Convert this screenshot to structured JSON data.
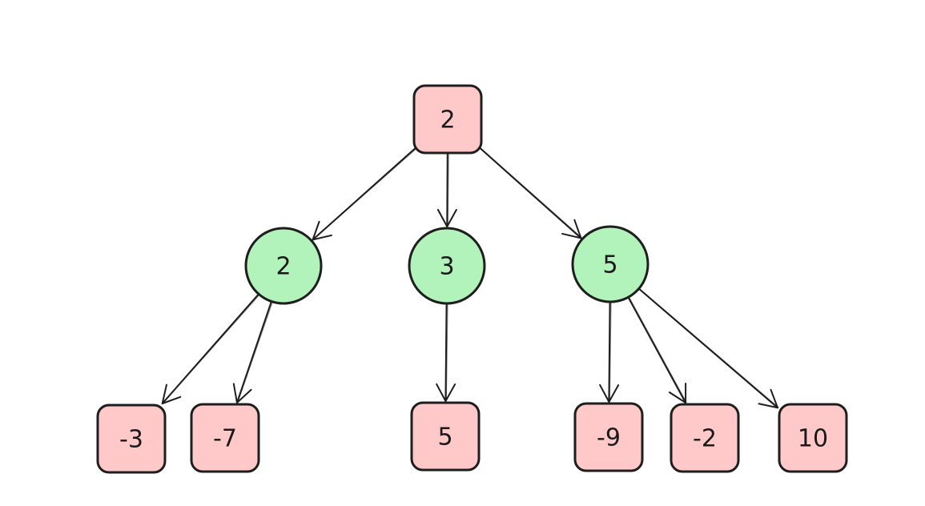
{
  "colors": {
    "min_node_fill": "#ffc9c9",
    "max_node_fill": "#b2f2bb",
    "stroke": "#1e1e1e",
    "background": "#ffffff"
  },
  "tree": {
    "root": {
      "id": "root",
      "label": "2",
      "shape": "rounded-square",
      "role": "min"
    },
    "level1": [
      {
        "id": "a",
        "label": "2",
        "shape": "circle",
        "role": "max",
        "parent": "root"
      },
      {
        "id": "b",
        "label": "3",
        "shape": "circle",
        "role": "max",
        "parent": "root"
      },
      {
        "id": "c",
        "label": "5",
        "shape": "circle",
        "role": "max",
        "parent": "root"
      }
    ],
    "leaves": [
      {
        "id": "a1",
        "label": "-3",
        "shape": "rounded-square",
        "role": "leaf",
        "parent": "a"
      },
      {
        "id": "a2",
        "label": "-7",
        "shape": "rounded-square",
        "role": "leaf",
        "parent": "a"
      },
      {
        "id": "b1",
        "label": "5",
        "shape": "rounded-square",
        "role": "leaf",
        "parent": "b"
      },
      {
        "id": "c1",
        "label": "-9",
        "shape": "rounded-square",
        "role": "leaf",
        "parent": "c"
      },
      {
        "id": "c2",
        "label": "-2",
        "shape": "rounded-square",
        "role": "leaf",
        "parent": "c"
      },
      {
        "id": "c3",
        "label": "10",
        "shape": "rounded-square",
        "role": "leaf",
        "parent": "c"
      }
    ]
  }
}
